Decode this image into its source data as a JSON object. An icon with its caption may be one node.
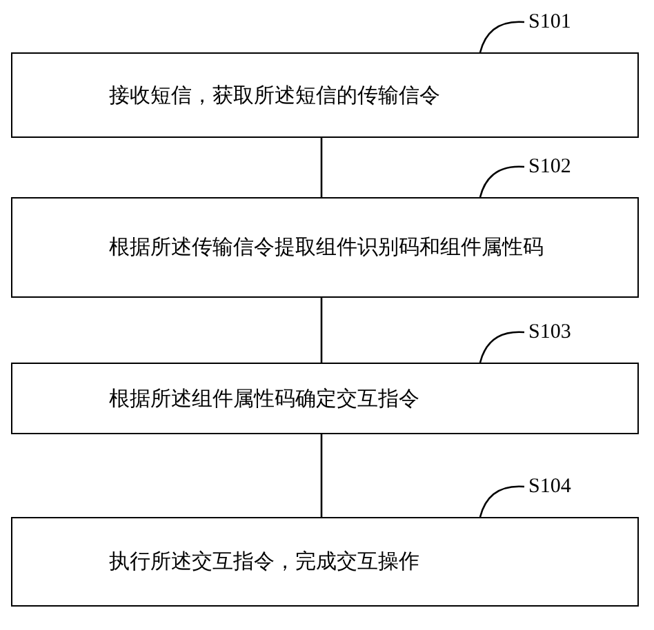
{
  "diagram": {
    "nodes": [
      {
        "text": [
          "S101"
        ]
      },
      {
        "text": [
          "接收短信，获取所述短信的传输信令"
        ]
      },
      {
        "text": [
          "S102"
        ]
      },
      {
        "text": [
          "根据所述传输信令提取组件识别码和组件属性码"
        ]
      },
      {
        "text": [
          "S103"
        ]
      },
      {
        "text": [
          "根据所述组件属性码确定交互指令"
        ]
      },
      {
        "text": [
          "S104"
        ]
      },
      {
        "text": [
          "执行所述交互指令，完成交互操作"
        ]
      }
    ],
    "edges": [
      {
        "from": 0,
        "to": 1,
        "arrow": "none"
      },
      {
        "from": 1,
        "to": 3,
        "arrow": "none"
      },
      {
        "from": 2,
        "to": 3,
        "arrow": "none"
      },
      {
        "from": 3,
        "to": 5,
        "arrow": "none"
      },
      {
        "from": 4,
        "to": 5,
        "arrow": "none"
      },
      {
        "from": 5,
        "to": 7,
        "arrow": "none"
      },
      {
        "from": 6,
        "to": 7,
        "arrow": "none"
      }
    ]
  }
}
